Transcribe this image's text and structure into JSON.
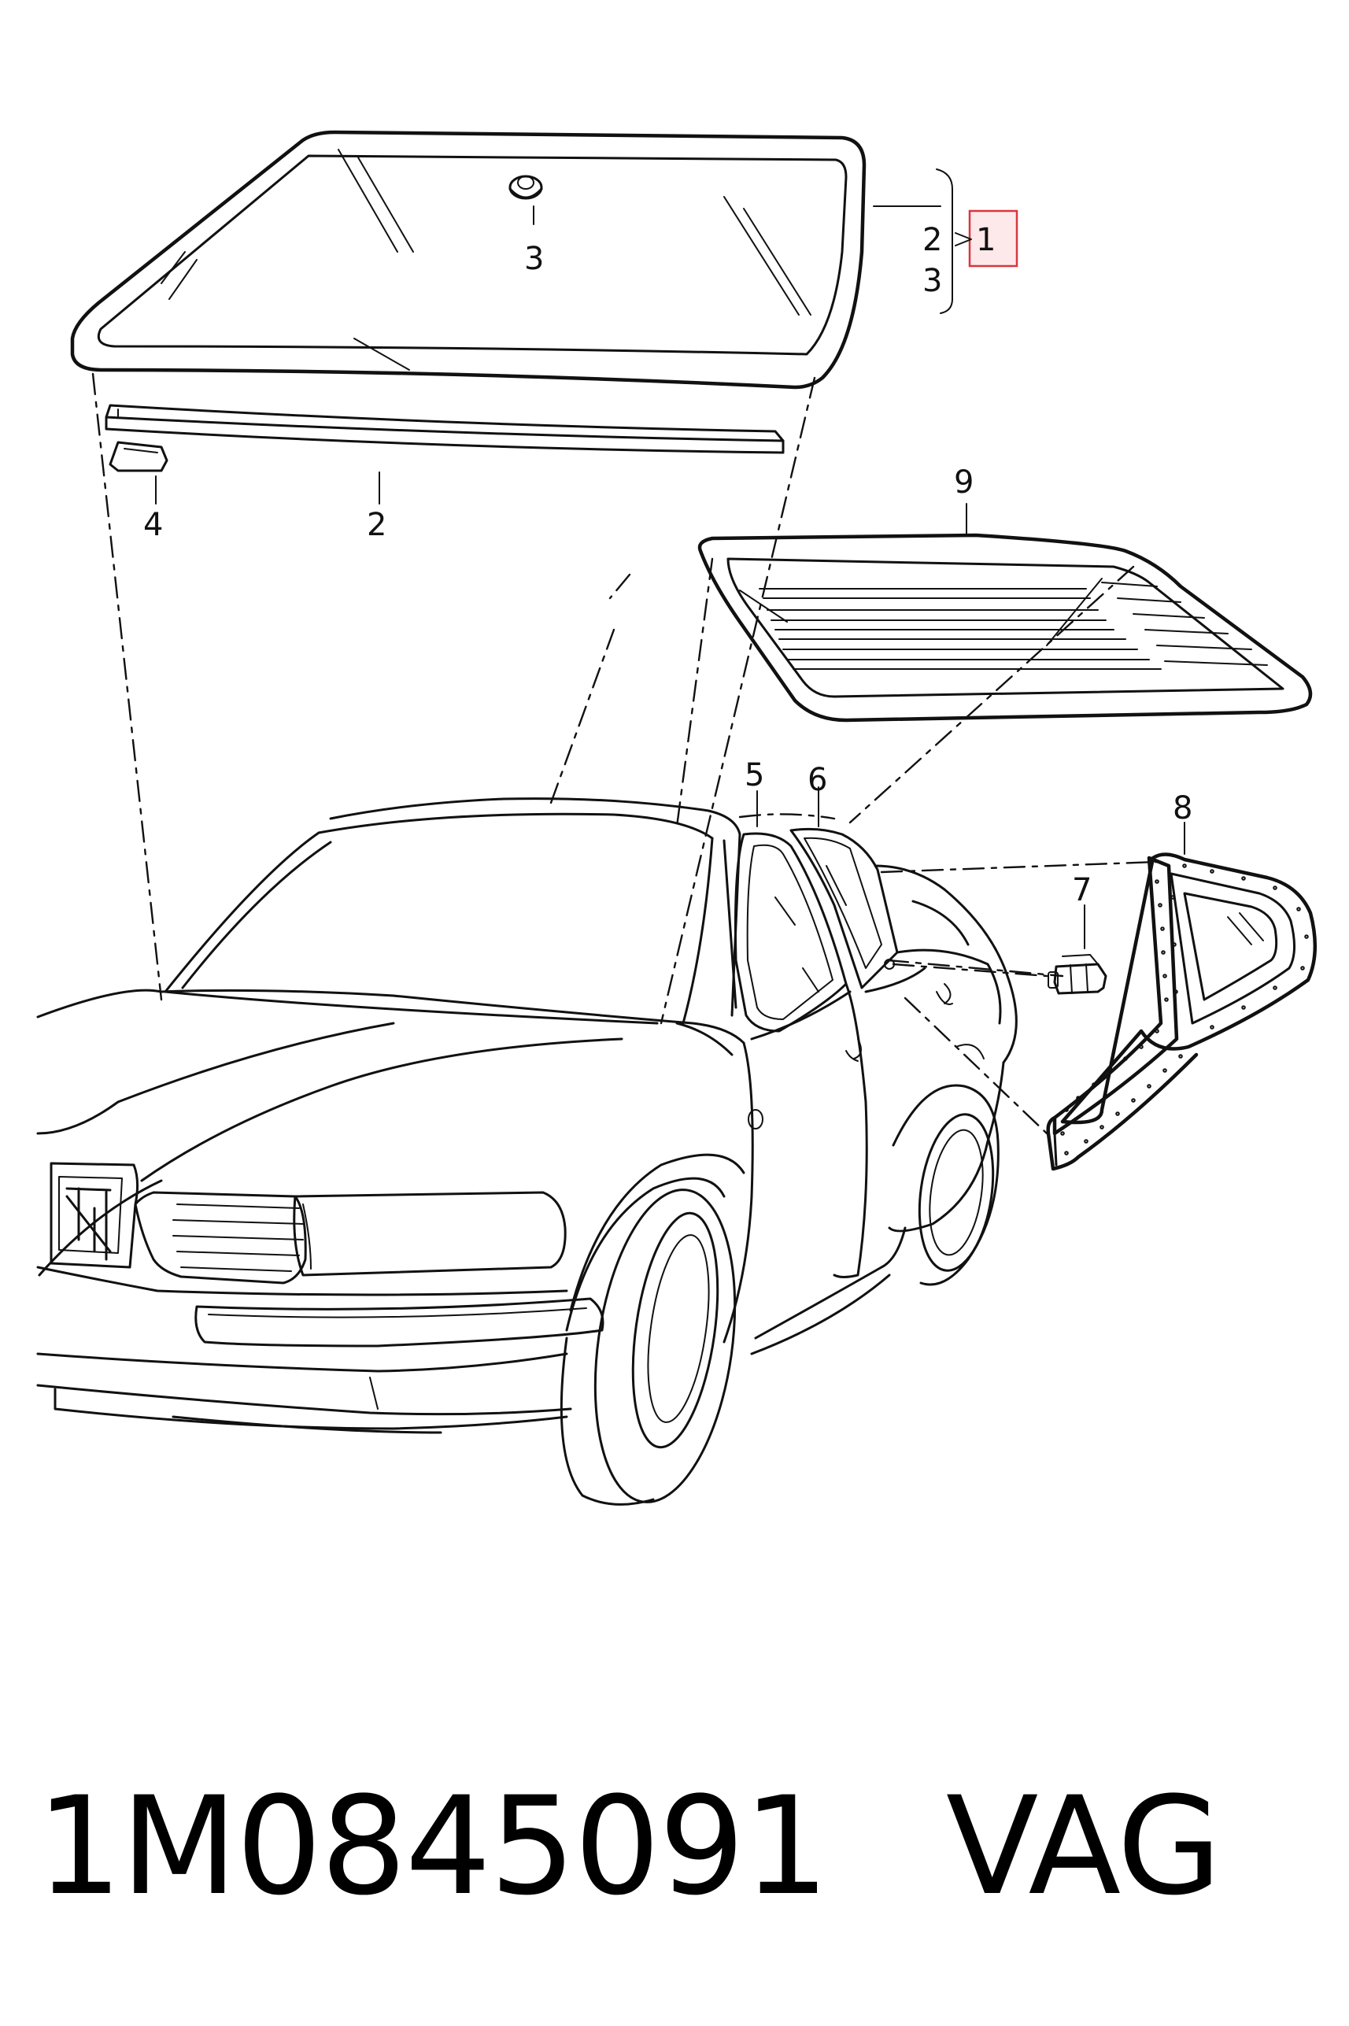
{
  "labels": {
    "l1": "1",
    "l2_bracket": "2",
    "l3_bracket": "3",
    "l2": "2",
    "l3": "3",
    "l4": "4",
    "l5": "5",
    "l6": "6",
    "l7": "7",
    "l8": "8",
    "l9": "9"
  },
  "footer": {
    "part_number": "1M0845091",
    "brand": "VAG"
  },
  "colors": {
    "line": "#111111",
    "highlight_fill": "#fde8ea",
    "highlight_stroke": "#d9363e"
  }
}
